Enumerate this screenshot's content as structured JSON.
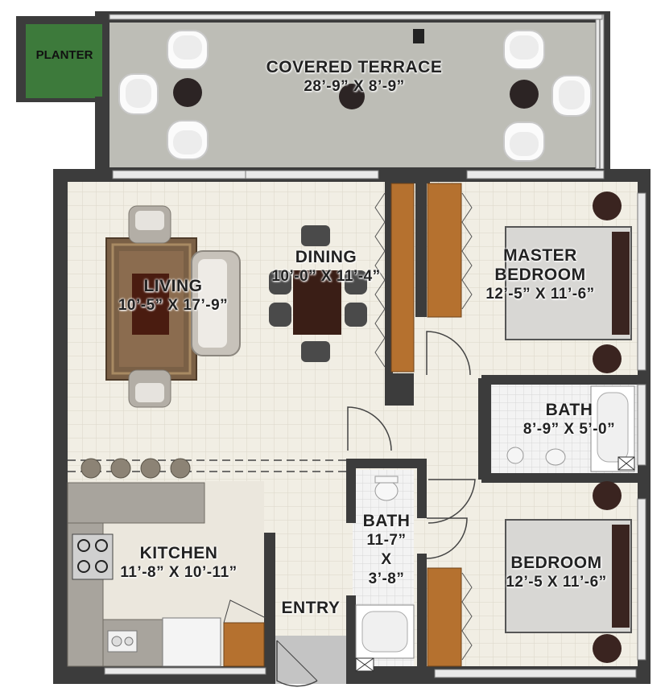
{
  "plan": {
    "rooms": {
      "terrace": {
        "name": "COVERED TERRACE",
        "dims": "28’-9” X 8’-9”"
      },
      "planter": {
        "name": "PLANTER"
      },
      "living": {
        "name": "LIVING",
        "dims": "10’-5” X 17’-9”"
      },
      "dining": {
        "name": "DINING",
        "dims": "10’-0” X 11’-4”"
      },
      "master": {
        "name": "MASTER",
        "name2": "BEDROOM",
        "dims": "12’-5” X 11’-6”"
      },
      "bath1": {
        "name": "BATH",
        "dims": "8’-9” X 5’-0”"
      },
      "bath2": {
        "name": "BATH",
        "dims": "11-7”",
        "x": "X",
        "dims2": "3’-8”"
      },
      "bedroom": {
        "name": "BEDROOM",
        "dims": "12’-5 X 11’-6”"
      },
      "kitchen": {
        "name": "KITCHEN",
        "dims": "11’-8” X 10’-11”"
      },
      "entry": {
        "name": "ENTRY"
      }
    },
    "colors": {
      "wall": "#3c3c3c",
      "floor_tile": "#f1eee4",
      "terrace_floor": "#bfbfb8",
      "planter": "#3d7a3b",
      "wood": "#b5712f",
      "bed": "#d7d6d3",
      "bed_head": "#3a2420",
      "rug": "#7a6046",
      "table_dark": "#3a1e16"
    }
  }
}
